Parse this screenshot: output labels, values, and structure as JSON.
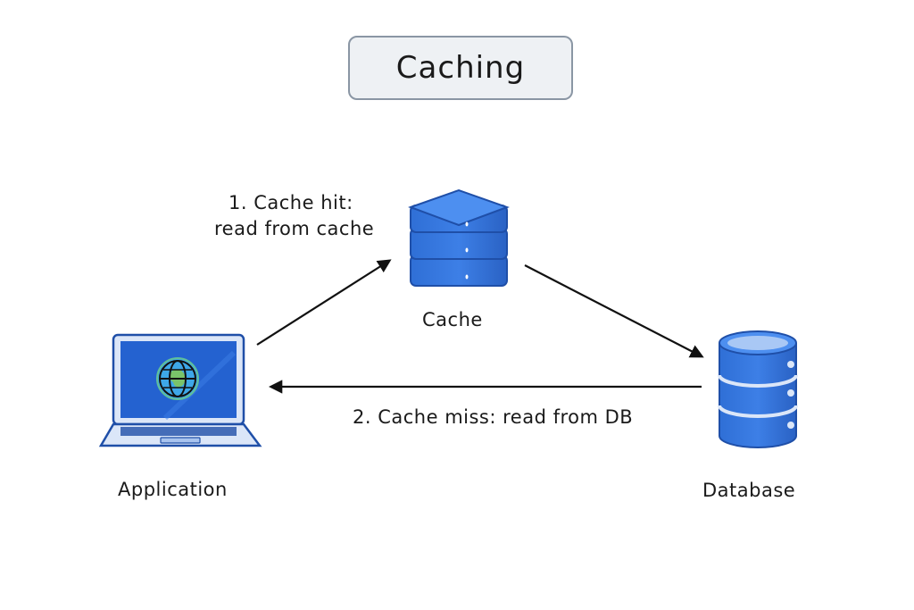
{
  "title": "Caching",
  "nodes": {
    "application": {
      "label": "Application",
      "icon": "laptop-icon"
    },
    "cache": {
      "label": "Cache",
      "icon": "server-stack-icon"
    },
    "database": {
      "label": "Database",
      "icon": "database-icon"
    }
  },
  "edges": [
    {
      "from": "application",
      "to": "cache",
      "label_line1": "1. Cache hit:",
      "label_line2": "read from cache"
    },
    {
      "from": "cache",
      "to": "database",
      "label": ""
    },
    {
      "from": "database",
      "to": "application",
      "label": "2. Cache miss: read from DB"
    }
  ],
  "colors": {
    "accent": "#2f6fd6",
    "outline": "#1f4fa8",
    "title_bg": "#eef1f4",
    "title_border": "#8a96a4"
  }
}
